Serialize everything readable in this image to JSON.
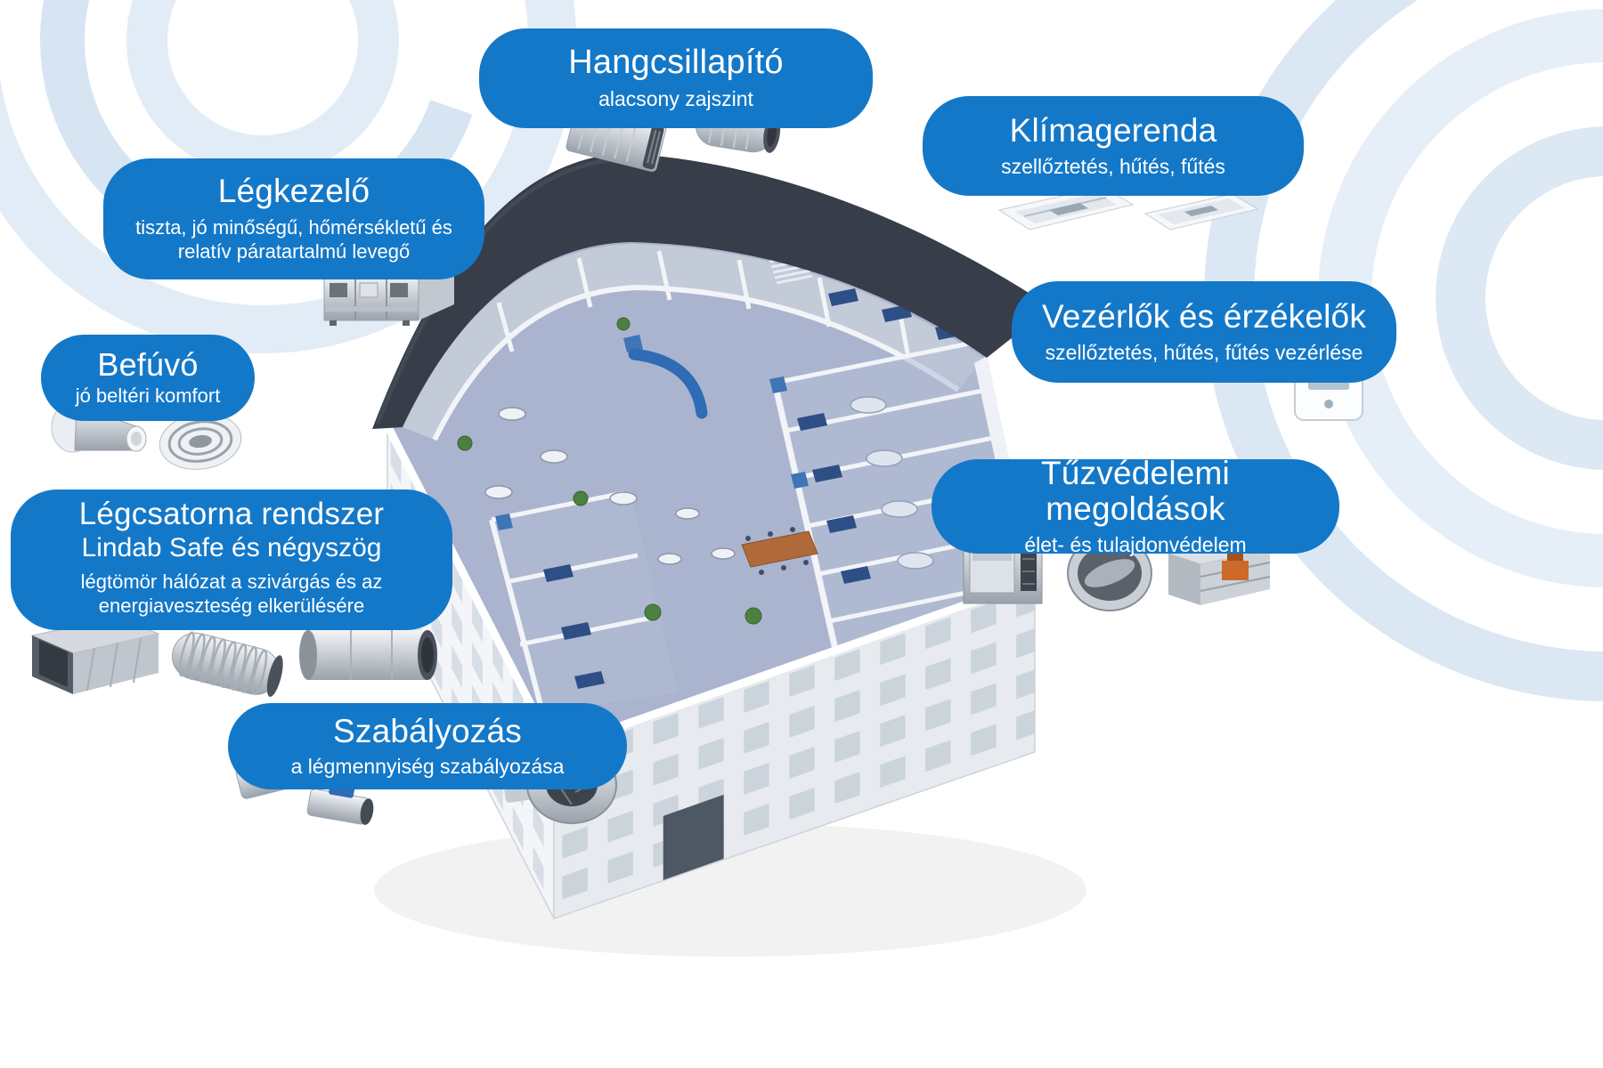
{
  "colors": {
    "callout_blue": "#1478c8",
    "arc_light_blue": "#dde9f4",
    "roof_dark": "#373d49",
    "floor_blue": "#aab4cf",
    "actuator_blue": "#2f6cb5"
  },
  "callouts": {
    "hangcsillapito": {
      "title": "Hangcsillapító",
      "subtitle": "alacsony zajszint"
    },
    "klimagerenda": {
      "title": "Klímagerenda",
      "subtitle": "szellőztetés, hűtés, fűtés"
    },
    "legkezelo": {
      "title": "Légkezelő",
      "subtitle": "tiszta, jó minőségű, hőmérsékletű és relatív páratartalmú levegő"
    },
    "vezerlok": {
      "title": "Vezérlők és érzékelők",
      "subtitle": "szellőztetés, hűtés, fűtés vezérlése"
    },
    "befuvo": {
      "title": "Befúvó",
      "subtitle": "jó beltéri komfort"
    },
    "tuzvedelem": {
      "title": "Tűzvédelemi megoldások",
      "subtitle": "élet- és tulajdonvédelem"
    },
    "legcsatorna": {
      "title": "Légcsatorna rendszer",
      "title2": "Lindab Safe és négyszög",
      "subtitle": "légtömör hálózat a szivárgás és az energiaveszteség elkerülésére"
    },
    "szabalyozas": {
      "title": "Szabályozás",
      "subtitle": "a légmennyiség szabályozása"
    }
  },
  "icons": {
    "silencer_rect": "rectangular-duct-silencer",
    "silencer_round": "round-duct-silencer",
    "ceiling_cassette": "climate-beam-ceiling-unit",
    "air_handling_unit": "modular-ahu-box",
    "diffuser_cone": "cone-supply-diffuser",
    "diffuser_round": "round-ceiling-diffuser",
    "thermostat": "wall-controller",
    "fire_damper_box": "fire-damper-cabinet",
    "fire_damper_round": "round-fire-damper",
    "fire_damper_rect": "rect-fire-damper-with-motor",
    "duct_rect": "rectangular-duct",
    "duct_flex": "flexible-duct",
    "duct_tee": "round-duct-tee",
    "damper_actuator": "damper-with-blue-actuator",
    "iris_damper": "iris-damper"
  }
}
